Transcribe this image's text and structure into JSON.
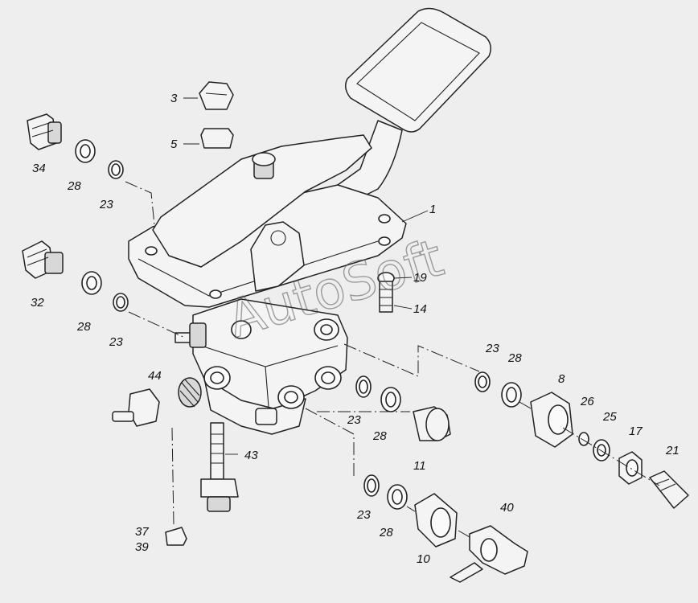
{
  "diagram": {
    "watermark": "AutoSoft",
    "callouts": [
      {
        "id": "c34",
        "text": "34"
      },
      {
        "id": "c28a",
        "text": "28"
      },
      {
        "id": "c23a",
        "text": "23"
      },
      {
        "id": "c3",
        "text": "3"
      },
      {
        "id": "c5",
        "text": "5"
      },
      {
        "id": "c1",
        "text": "1"
      },
      {
        "id": "c32",
        "text": "32"
      },
      {
        "id": "c28b",
        "text": "28"
      },
      {
        "id": "c23b",
        "text": "23"
      },
      {
        "id": "c19",
        "text": "19"
      },
      {
        "id": "c14",
        "text": "14"
      },
      {
        "id": "c44",
        "text": "44"
      },
      {
        "id": "c43",
        "text": "43"
      },
      {
        "id": "c23c",
        "text": "23"
      },
      {
        "id": "c28c",
        "text": "28"
      },
      {
        "id": "c11",
        "text": "11"
      },
      {
        "id": "c23d",
        "text": "23"
      },
      {
        "id": "c28d",
        "text": "28"
      },
      {
        "id": "c8",
        "text": "8"
      },
      {
        "id": "c26",
        "text": "26"
      },
      {
        "id": "c25",
        "text": "25"
      },
      {
        "id": "c17",
        "text": "17"
      },
      {
        "id": "c21",
        "text": "21"
      },
      {
        "id": "c40",
        "text": "40"
      },
      {
        "id": "c23e",
        "text": "23"
      },
      {
        "id": "c28e",
        "text": "28"
      },
      {
        "id": "c10",
        "text": "10"
      },
      {
        "id": "c37",
        "text": "37"
      },
      {
        "id": "c39",
        "text": "39"
      }
    ]
  }
}
